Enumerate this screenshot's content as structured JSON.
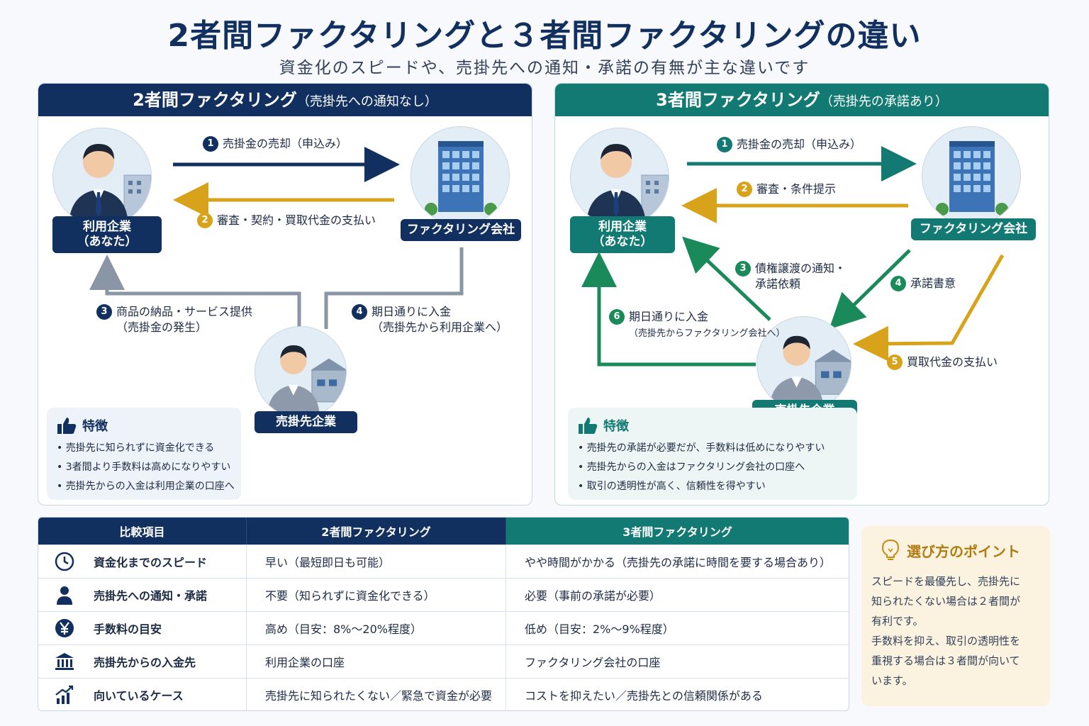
{
  "title": "2者間ファクタリングと３者間ファクタリングの違い",
  "subtitle": "資金化のスピードや、売掛先への通知・承諾の有無が主な違いです",
  "left_panel": {
    "title": "2者間ファクタリング",
    "title_sub": "（売掛先への通知なし）",
    "node_user_line1": "利用企業",
    "node_user_line2": "（あなた）",
    "node_factor": "ファクタリング会社",
    "node_client": "売掛先企業",
    "steps": [
      {
        "num": "1",
        "text": "売掛金の売却（申込み）",
        "text2": ""
      },
      {
        "num": "2",
        "text": "審査・契約・買取代金の支払い",
        "text2": ""
      },
      {
        "num": "3",
        "text": "商品の納品・サービス提供",
        "text2": "（売掛金の発生）"
      },
      {
        "num": "4",
        "text": "期日通りに入金",
        "text2": "（売掛先から利用企業へ）"
      }
    ],
    "feature_title": "特徴",
    "features": [
      "• 売掛先に知られずに資金化できる",
      "• 3者間より手数料は高めになりやすい",
      "• 売掛先からの入金は利用企業の口座へ"
    ]
  },
  "right_panel": {
    "title": "3者間ファクタリング",
    "title_sub": "（売掛先の承諾あり）",
    "node_user_line1": "利用企業",
    "node_user_line2": "（あなた）",
    "node_factor": "ファクタリング会社",
    "node_client": "売掛先企業",
    "steps": [
      {
        "num": "1",
        "text": "売掛金の売却（申込み）",
        "text2": ""
      },
      {
        "num": "2",
        "text": "審査・条件提示",
        "text2": ""
      },
      {
        "num": "3",
        "text": "債権譲渡の通知・",
        "text2": "承諾依頼"
      },
      {
        "num": "4",
        "text": "承諾書意",
        "text2": ""
      },
      {
        "num": "5",
        "text": "買取代金の支払い",
        "text2": ""
      },
      {
        "num": "6",
        "text": "期日通りに入金",
        "text2": "（売掛先からファクタリング会社へ）"
      }
    ],
    "feature_title": "特徴",
    "features": [
      "• 売掛先の承諾が必要だが、手数料は低めになりやすい",
      "• 売掛先からの入金はファクタリング会社の口座へ",
      "• 取引の透明性が高く、信頼性を得やすい"
    ]
  },
  "table": {
    "headers": [
      "比較項目",
      "2者間ファクタリング",
      "3者間ファクタリング"
    ],
    "rows": [
      {
        "icon": "clock-icon",
        "item": "資金化までのスピード",
        "two": "早い（最短即日も可能）",
        "three": "やや時間がかかる（売掛先の承諾に時間を要する場合あり）"
      },
      {
        "icon": "person-icon",
        "item": "売掛先への通知・承諾",
        "two": "不要（知られずに資金化できる）",
        "three": "必要（事前の承諾が必要）"
      },
      {
        "icon": "yen-icon",
        "item": "手数料の目安",
        "two": "高め（目安：8%〜20%程度）",
        "three": "低め（目安：2%〜9%程度）"
      },
      {
        "icon": "bank-icon",
        "item": "売掛先からの入金先",
        "two": "利用企業の口座",
        "three": "ファクタリング会社の口座"
      },
      {
        "icon": "chart-up-icon",
        "item": "向いているケース",
        "two": "売掛先に知られたくない／緊急で資金が必要",
        "three": "コストを抑えたい／売掛先との信頼関係がある"
      }
    ]
  },
  "tips": {
    "title": "選び方のポイント",
    "line1": "スピードを最優先し、売掛先に",
    "line2": "知られたくない場合は２者間が",
    "line3": "有利です。",
    "line4": "手数料を抑え、取引の透明性を",
    "line5": "重視する場合は３者間が向いて",
    "line6": "います。"
  },
  "colors": {
    "navy": "#12305f",
    "teal": "#127a72",
    "gold": "#d9a21b",
    "green": "#1a8a5a",
    "gray": "#8a96a6"
  }
}
